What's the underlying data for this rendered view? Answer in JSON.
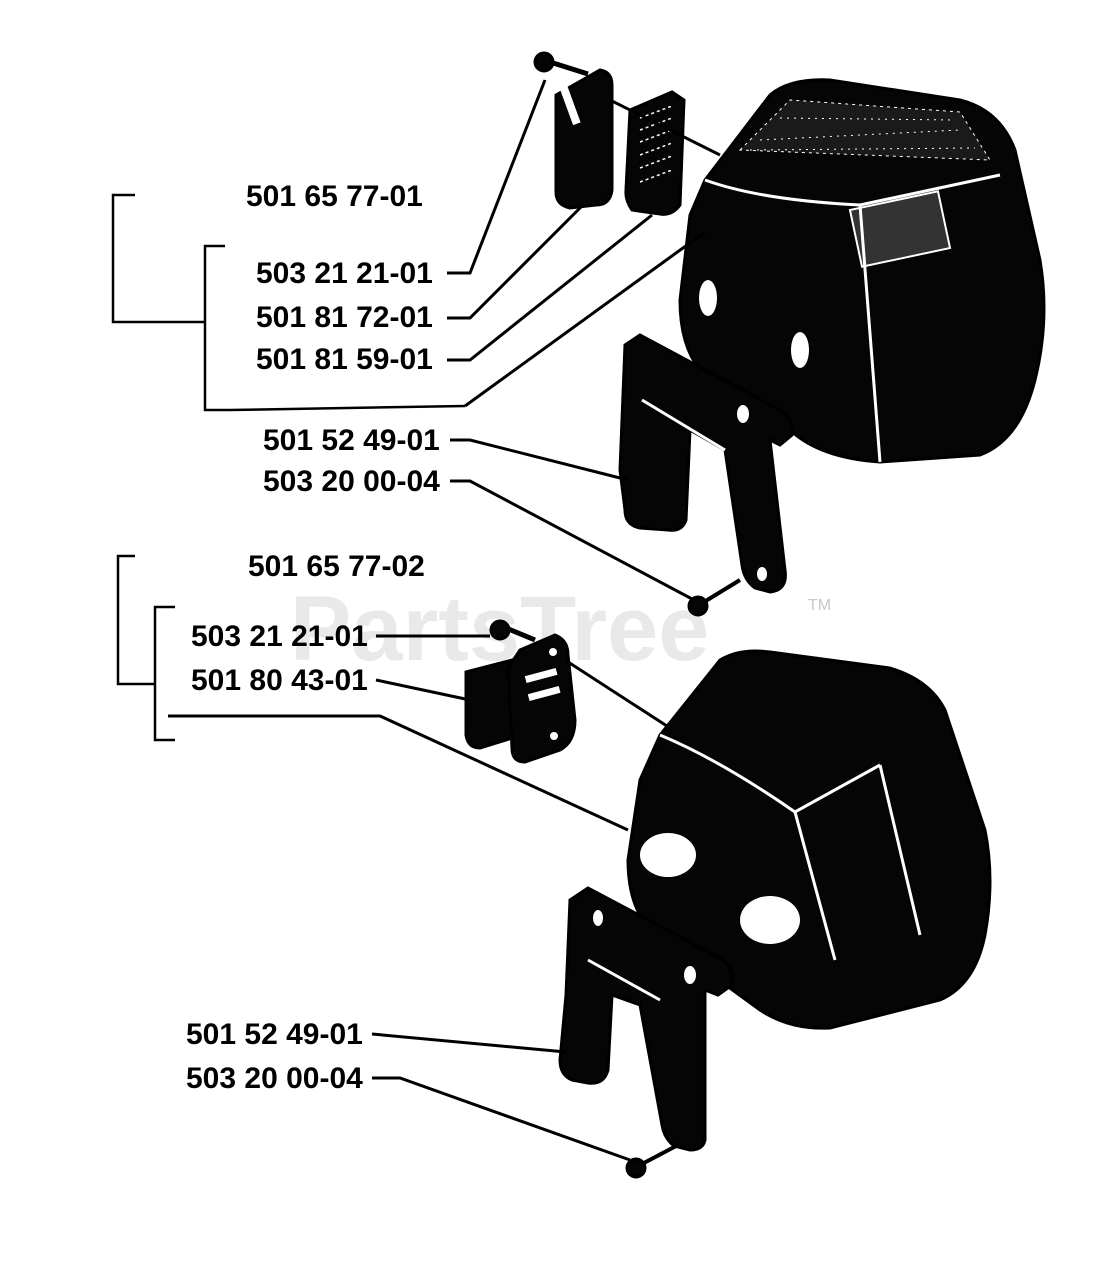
{
  "watermark": {
    "text": "PartsTree",
    "trademark": "TM"
  },
  "upper_assembly": {
    "kit_number": "501 65 77-01",
    "parts": [
      "503 21 21-01",
      "501 81 72-01",
      "501 81 59-01"
    ],
    "bracket_parts": [
      "501 52 49-01",
      "503 20 00-04"
    ]
  },
  "lower_assembly": {
    "kit_number": "501 65 77-02",
    "parts": [
      "503 21 21-01",
      "501 80 43-01"
    ],
    "bracket_parts": [
      "501 52 49-01",
      "503 20 00-04"
    ]
  },
  "colors": {
    "ink": "#000000",
    "paper": "#ffffff",
    "watermark": "#d8d8d8"
  }
}
